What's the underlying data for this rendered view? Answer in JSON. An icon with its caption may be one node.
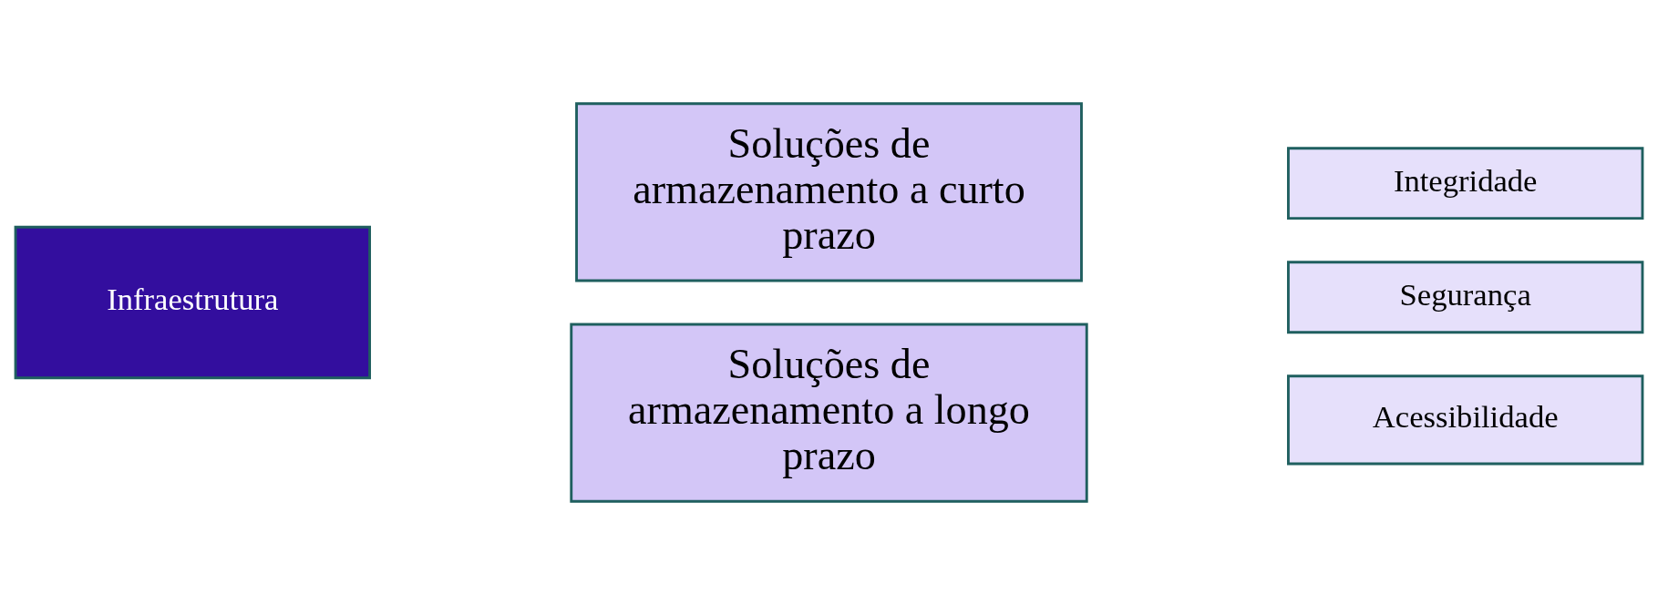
{
  "diagram": {
    "nodes": [
      {
        "text": [
          "Infraestrutura"
        ]
      },
      {
        "text": [
          "Soluções de armazenamento a curto prazo"
        ]
      },
      {
        "text": [
          "Soluções de armazenamento a longo prazo"
        ]
      },
      {
        "text": [
          "Integridade"
        ]
      },
      {
        "text": [
          "Segurança"
        ]
      },
      {
        "text": [
          "Acessibilidade"
        ]
      }
    ]
  }
}
